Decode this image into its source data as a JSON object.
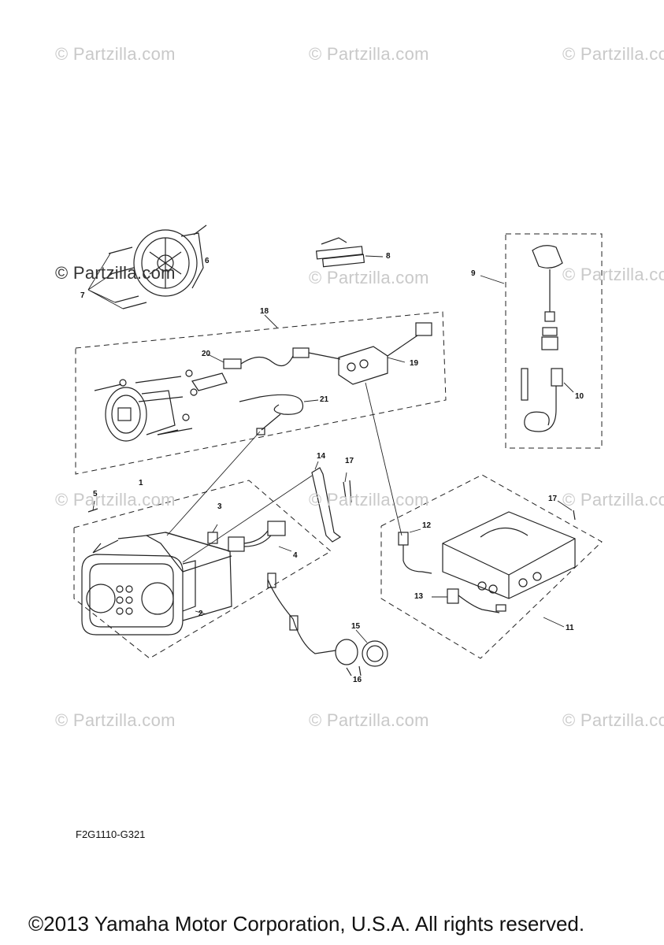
{
  "watermarks": [
    "© Partzilla.com",
    "© Partzilla.com",
    "© Partzilla.com",
    "© Partzilla.com",
    "© Partzilla.com",
    "© Partzilla.com",
    "© Partzilla.com",
    "© Partzilla.com",
    "© Partzilla.com",
    "© Partzilla.com",
    "© Partzilla.com",
    "© Partzilla.com"
  ],
  "callouts": {
    "c1": "1",
    "c2": "2",
    "c3": "3",
    "c4": "4",
    "c5": "5",
    "c6": "6",
    "c7": "7",
    "c8": "8",
    "c9": "9",
    "c10": "10",
    "c11": "11",
    "c12": "12",
    "c13": "13",
    "c14": "14",
    "c15": "15",
    "c16": "16",
    "c17a": "17",
    "c17b": "17",
    "c18": "18",
    "c19": "19",
    "c20": "20",
    "c21": "21"
  },
  "diagram_code": "F2G1110-G321",
  "copyright": "©2013 Yamaha Motor Corporation, U.S.A. All rights reserved."
}
